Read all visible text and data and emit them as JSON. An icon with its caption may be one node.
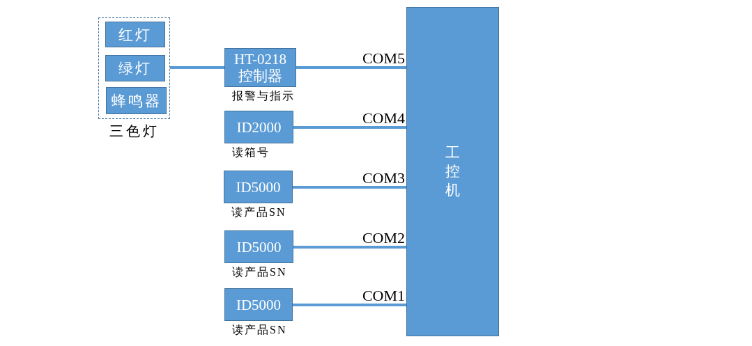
{
  "diagram": {
    "nodes": [
      {
        "text": [
          "三色灯"
        ]
      },
      {
        "text": [
          "红灯"
        ],
        "in": 0
      },
      {
        "text": [
          "绿灯"
        ],
        "in": 0
      },
      {
        "text": [
          "蜂鸣器"
        ],
        "in": 0
      },
      {
        "text": [
          "HT-0218 控制器"
        ],
        "beside": [
          "报警与指示"
        ]
      },
      {
        "text": [
          "ID2000"
        ],
        "beside": [
          "读箱号"
        ]
      },
      {
        "text": [
          "ID5000"
        ],
        "beside": [
          "读产品SN"
        ]
      },
      {
        "text": [
          "ID5000"
        ],
        "beside": [
          "读产品SN"
        ]
      },
      {
        "text": [
          "ID5000"
        ],
        "beside": [
          "读产品SN"
        ]
      },
      {
        "text": [
          "工控机"
        ]
      }
    ],
    "edges": [
      {
        "from": 0,
        "to": 4,
        "arrow": "none"
      },
      {
        "from": 4,
        "to": 9,
        "arrow": "none",
        "label": "COM5"
      },
      {
        "from": 5,
        "to": 9,
        "arrow": "none",
        "label": "COM4"
      },
      {
        "from": 6,
        "to": 9,
        "arrow": "none",
        "label": "COM3"
      },
      {
        "from": 7,
        "to": 9,
        "arrow": "none",
        "label": "COM2"
      },
      {
        "from": 8,
        "to": 9,
        "arrow": "none",
        "label": "COM1"
      }
    ]
  }
}
